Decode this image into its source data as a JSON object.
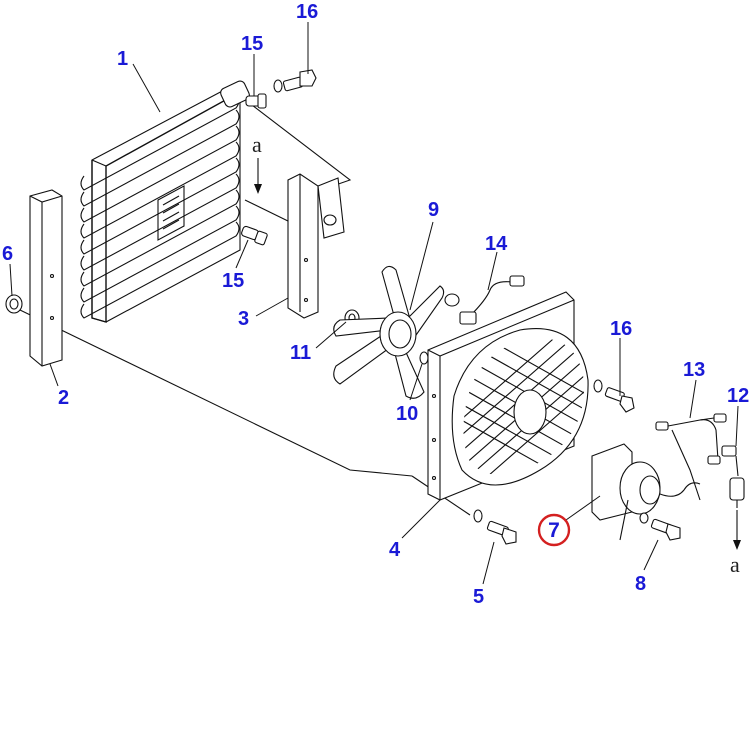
{
  "diagram": {
    "highlight_color": "#d42020",
    "callout_color": "#1a1ad6",
    "callouts": [
      "1",
      "2",
      "3",
      "4",
      "5",
      "6",
      "7",
      "8",
      "9",
      "10",
      "11",
      "12",
      "13",
      "14",
      "15",
      "15",
      "16",
      "16"
    ],
    "refs": [
      "a",
      "a"
    ]
  }
}
